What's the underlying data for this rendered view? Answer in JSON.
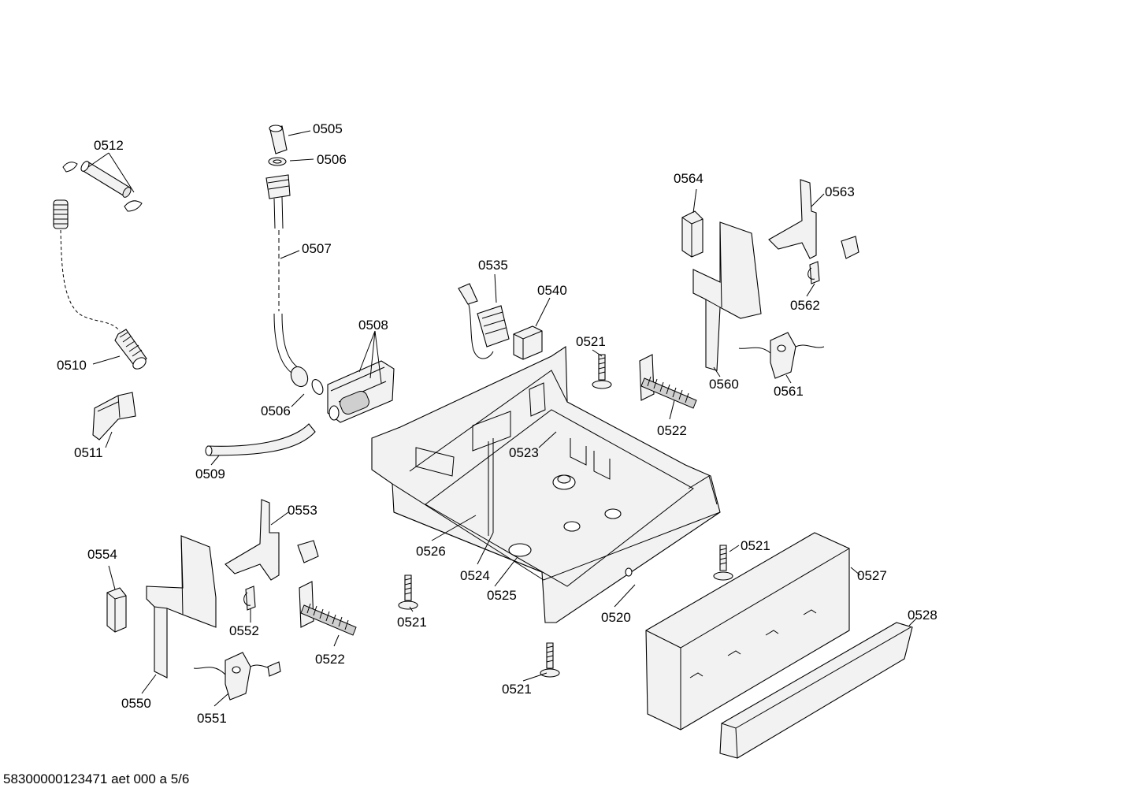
{
  "footer": {
    "code": "58300000123471 aet 000 a 5/6"
  },
  "callouts": {
    "c0505": "0505",
    "c0506a": "0506",
    "c0506b": "0506",
    "c0507": "0507",
    "c0508": "0508",
    "c0509": "0509",
    "c0510": "0510",
    "c0511": "0511",
    "c0512": "0512",
    "c0520": "0520",
    "c0521a": "0521",
    "c0521b": "0521",
    "c0521c": "0521",
    "c0521d": "0521",
    "c0522a": "0522",
    "c0522b": "0522",
    "c0523": "0523",
    "c0524": "0524",
    "c0525": "0525",
    "c0526": "0526",
    "c0527": "0527",
    "c0528": "0528",
    "c0535": "0535",
    "c0540": "0540",
    "c0550": "0550",
    "c0551": "0551",
    "c0552": "0552",
    "c0553": "0553",
    "c0554": "0554",
    "c0560": "0560",
    "c0561": "0561",
    "c0562": "0562",
    "c0563": "0563",
    "c0564": "0564"
  }
}
